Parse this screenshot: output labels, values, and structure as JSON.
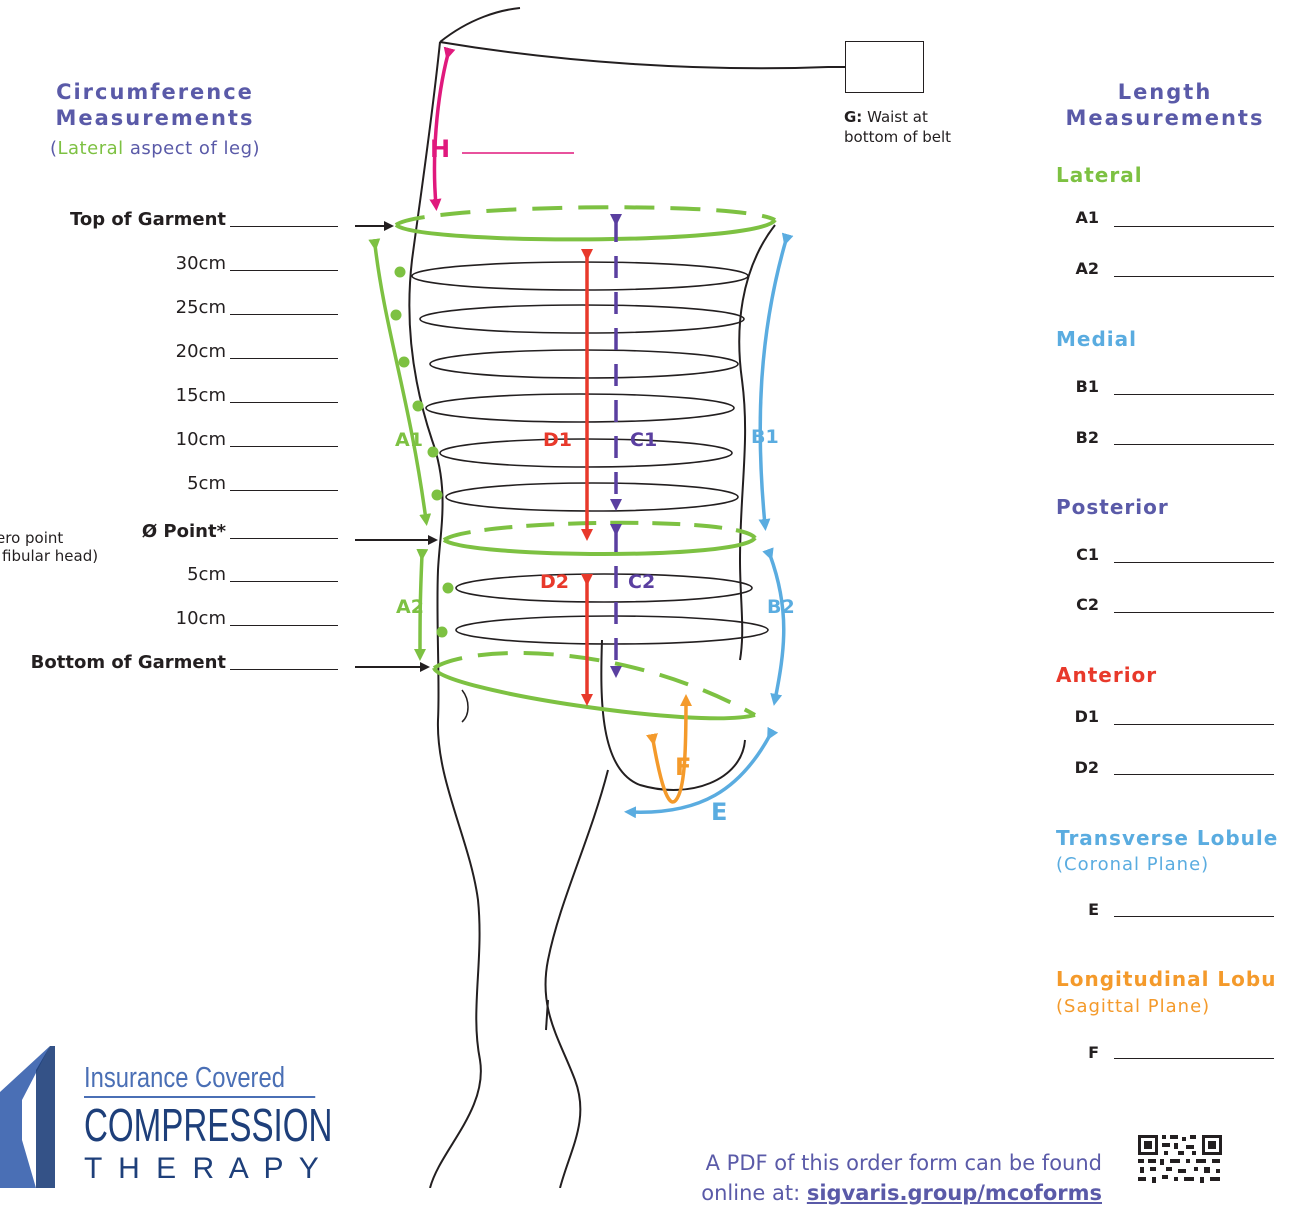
{
  "colors": {
    "purple": "#5a5aa8",
    "green": "#7dc142",
    "blue": "#5aace0",
    "red": "#e8392b",
    "orange": "#f49a2b",
    "magenta": "#e0197d",
    "dark": "#231f20",
    "navy": "#1e3f7a"
  },
  "left_panel": {
    "title_line1": "Circumference",
    "title_line2": "Measurements",
    "subtitle_open": "(",
    "subtitle_lateral": "Lateral",
    "subtitle_rest": " aspect of leg)",
    "rows": [
      {
        "label": "Top of Garment"
      },
      {
        "label": "30cm"
      },
      {
        "label": "25cm"
      },
      {
        "label": "20cm"
      },
      {
        "label": "15cm"
      },
      {
        "label": "10cm"
      },
      {
        "label": "5cm"
      },
      {
        "label": "Ø Point*"
      },
      {
        "label": "5cm"
      },
      {
        "label": "10cm"
      },
      {
        "label": "Bottom of Garment"
      }
    ],
    "zero_note_line1": "ero point",
    "zero_note_line2": "fibular head)"
  },
  "waist_box": {
    "label_bold": "G:",
    "label_line1": " Waist at",
    "label_line2": "bottom of belt"
  },
  "diagram_labels": {
    "H": "H",
    "A1": "A1",
    "A2": "A2",
    "B1": "B1",
    "B2": "B2",
    "C1": "C1",
    "C2": "C2",
    "D1": "D1",
    "D2": "D2",
    "E": "E",
    "F": "F"
  },
  "right_panel": {
    "title_line1": "Length",
    "title_line2": "Measurements",
    "sections": [
      {
        "title": "Lateral",
        "color": "#7dc142",
        "items": [
          "A1",
          "A2"
        ]
      },
      {
        "title": "Medial",
        "color": "#5aace0",
        "items": [
          "B1",
          "B2"
        ]
      },
      {
        "title": "Posterior",
        "color": "#5a5aa8",
        "items": [
          "C1",
          "C2"
        ]
      },
      {
        "title": "Anterior",
        "color": "#e8392b",
        "items": [
          "D1",
          "D2"
        ]
      },
      {
        "title": "Transverse Lobule",
        "subtitle": "(Coronal Plane)",
        "color": "#5aace0",
        "items": [
          "E"
        ]
      },
      {
        "title": "Longitudinal Lobu",
        "subtitle": "(Sagittal Plane)",
        "color": "#f49a2b",
        "items": [
          "F"
        ]
      }
    ]
  },
  "logo": {
    "line1": "Insurance Covered",
    "line2": "COMPRESSION",
    "line3": "T H E R A P Y"
  },
  "footer": {
    "line1": "A PDF of this order form can be found",
    "line2_prefix": "online at: ",
    "line2_link": "sigvaris.group/mcoforms"
  }
}
